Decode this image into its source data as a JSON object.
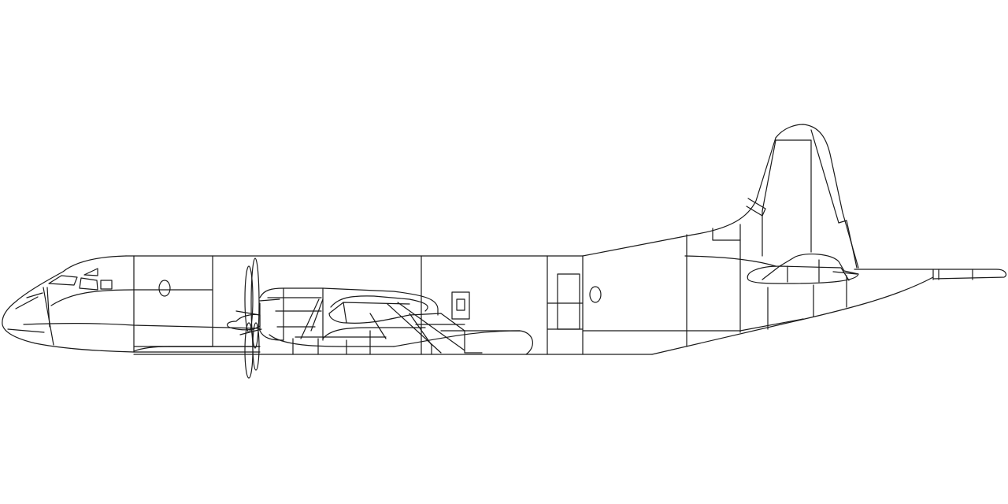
{
  "canvas": {
    "background": "#ffffff",
    "line_color": "#1a1a1a"
  },
  "drawing": {
    "subject": "aircraft-line-art",
    "view": "side",
    "parts": [
      "fuselage",
      "cockpit-windows",
      "radome-nose",
      "propeller",
      "engine-nacelle",
      "wing",
      "cabin-door",
      "portholes",
      "vertical-tail",
      "horizontal-stabilizer",
      "tail-boom"
    ]
  }
}
